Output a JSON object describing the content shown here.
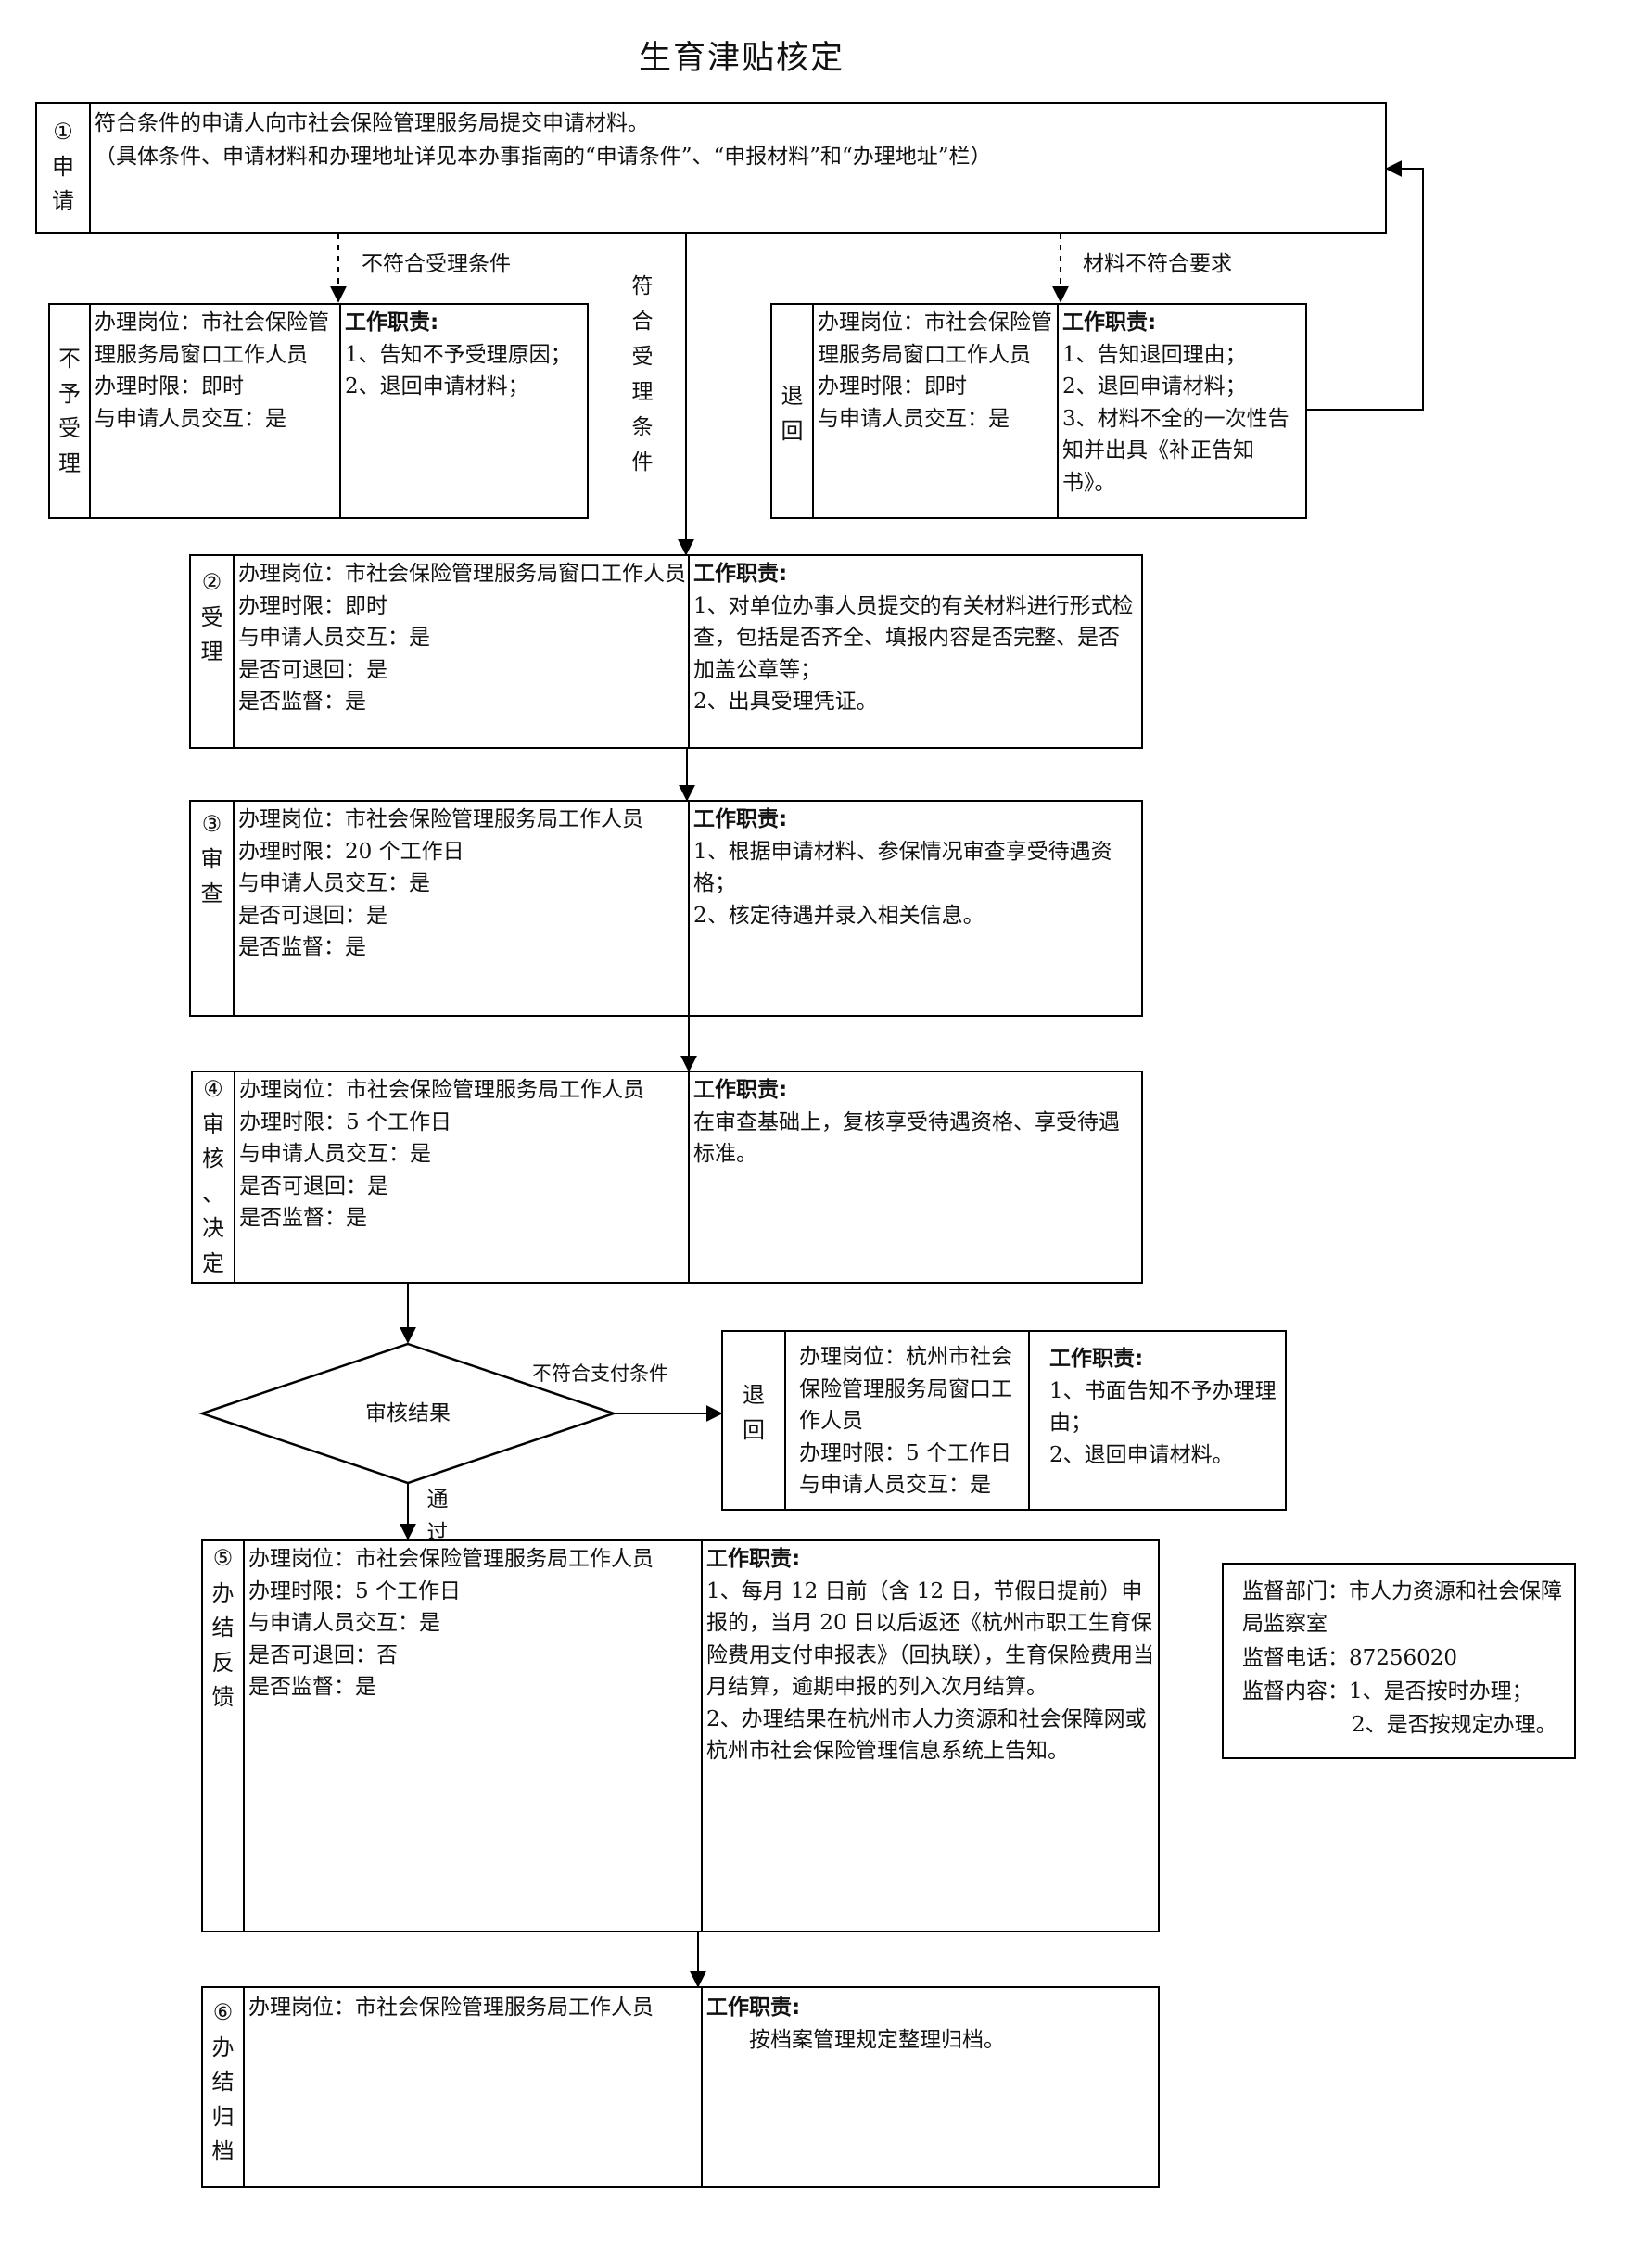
{
  "title": "生育津贴核定",
  "step1": {
    "label": "①\n申\n请",
    "line1": "符合条件的申请人向市社会保险管理服务局提交申请材料。",
    "line2": "（具体条件、申请材料和办理地址详见本办事指南的“申请条件”、“申报材料”和“办理地址”栏）"
  },
  "branches": {
    "reject_condition": "不符合受理条件",
    "accept_condition": "符\n合\n受\n理\n条\n件",
    "material_invalid": "材料不符合要求"
  },
  "not_accept": {
    "label": "不\n予\n受\n理",
    "info": "办理岗位：市社会保险管理服务局窗口工作人员\n办理时限：即时\n与申请人员交互：是",
    "duty_title": "工作职责:",
    "duty": "1、告知不予受理原因；\n2、退回申请材料；"
  },
  "return1": {
    "label": "退\n回",
    "info": "办理岗位：市社会保险管理服务局窗口工作人员\n办理时限：即时\n与申请人员交互：是",
    "duty_title": "工作职责:",
    "duty": "1、告知退回理由；\n2、退回申请材料；\n3、材料不全的一次性告知并出具《补正告知书》。"
  },
  "step2": {
    "label": "②\n受\n理",
    "info": "办理岗位：市社会保险管理服务局窗口工作人员\n办理时限：即时\n与申请人员交互：是\n是否可退回：是\n是否监督：是",
    "duty_title": "工作职责:",
    "duty": "1、对单位办事人员提交的有关材料进行形式检查，包括是否齐全、填报内容是否完整、是否加盖公章等；\n2、出具受理凭证。"
  },
  "step3": {
    "label": "③\n审\n查",
    "info": "办理岗位：市社会保险管理服务局工作人员\n办理时限：20 个工作日\n与申请人员交互：是\n是否可退回：是\n是否监督：是",
    "duty_title": "工作职责:",
    "duty": "1、根据申请材料、参保情况审查享受待遇资格；\n2、核定待遇并录入相关信息。"
  },
  "step4": {
    "label": "④\n审\n核\n、\n决\n定",
    "info": "办理岗位：市社会保险管理服务局工作人员\n办理时限：5 个工作日\n与申请人员交互：是\n是否可退回：是\n是否监督：是",
    "duty_title": "工作职责:",
    "duty": "在审查基础上，复核享受待遇资格、享受待遇标准。"
  },
  "decision": {
    "text": "审核结果",
    "reject": "不符合支付条件",
    "pass": "通\n过"
  },
  "return2": {
    "label": "退\n回",
    "info": "办理岗位：杭州市社会保险管理服务局窗口工作人员\n办理时限：5 个工作日\n与申请人员交互：是",
    "duty_title": "工作职责:",
    "duty": "1、书面告知不予办理理由；\n2、退回申请材料。"
  },
  "step5": {
    "label": "⑤\n办\n结\n反\n馈",
    "info": "办理岗位：市社会保险管理服务局工作人员\n办理时限：5 个工作日\n与申请人员交互：是\n是否可退回：否\n是否监督：是",
    "duty_title": "工作职责:",
    "duty": "1、每月 12 日前（含 12 日，节假日提前）申报的，当月 20 日以后返还《杭州市职工生育保险费用支付申报表》（回执联），生育保险费用当月结算，逾期申报的列入次月结算。\n2、办理结果在杭州市人力资源和社会保障网或杭州市社会保险管理信息系统上告知。"
  },
  "step6": {
    "label": "⑥\n办\n结\n归\n档",
    "info": "办理岗位：市社会保险管理服务局工作人员",
    "duty_title": "工作职责:",
    "duty": "按档案管理规定整理归档。"
  },
  "supervision": {
    "dept": "监督部门：市人力资源和社会保障局监察室",
    "phone": "监督电话：87256020",
    "content1": "监督内容：1、是否按时办理；",
    "content2": "2、是否按规定办理。"
  }
}
